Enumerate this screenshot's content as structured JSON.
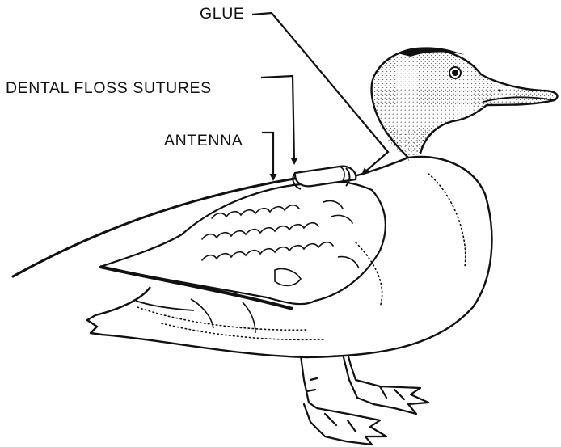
{
  "labels": {
    "glue": "GLUE",
    "sutures": "DENTAL FLOSS SUTURES",
    "antenna": "ANTENNA"
  },
  "colors": {
    "ink": "#111111",
    "paper": "#ffffff"
  }
}
